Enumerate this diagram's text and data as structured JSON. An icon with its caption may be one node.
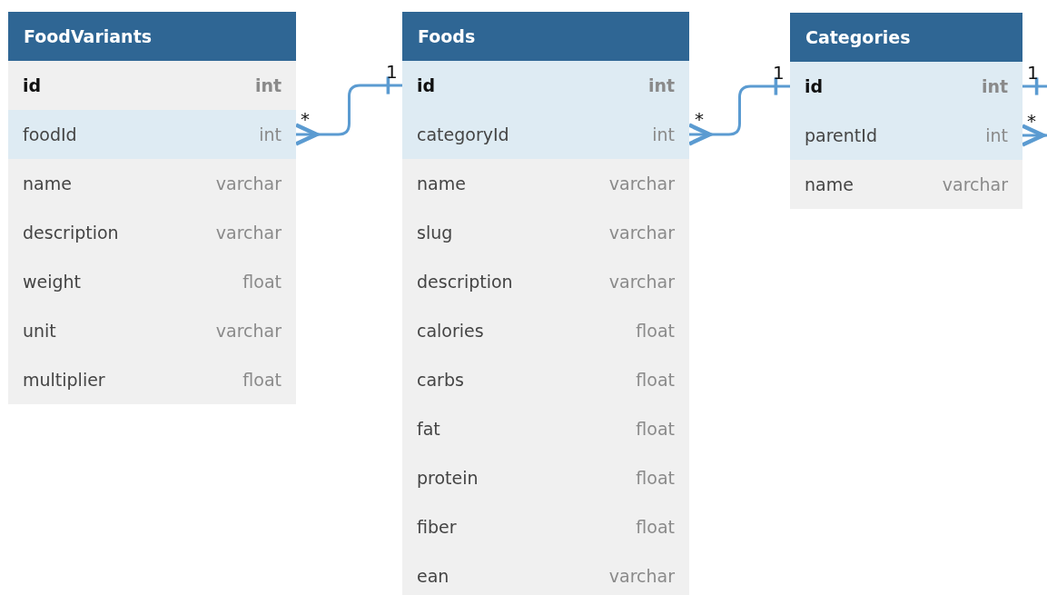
{
  "diagram": {
    "nodes": [
      {
        "text": [
          "FoodVariants"
        ]
      },
      {
        "text": [
          "id",
          "int"
        ],
        "in": 0
      },
      {
        "text": [
          "foodId",
          "int"
        ],
        "in": 0
      },
      {
        "text": [
          "name",
          "varchar"
        ],
        "in": 0
      },
      {
        "text": [
          "description",
          "varchar"
        ],
        "in": 0
      },
      {
        "text": [
          "weight",
          "float"
        ],
        "in": 0
      },
      {
        "text": [
          "unit",
          "varchar"
        ],
        "in": 0
      },
      {
        "text": [
          "multiplier",
          "float"
        ],
        "in": 0
      },
      {
        "text": [
          "Foods"
        ]
      },
      {
        "text": [
          "id",
          "int"
        ],
        "in": 8
      },
      {
        "text": [
          "categoryId",
          "int"
        ],
        "in": 8
      },
      {
        "text": [
          "name",
          "varchar"
        ],
        "in": 8
      },
      {
        "text": [
          "slug",
          "varchar"
        ],
        "in": 8
      },
      {
        "text": [
          "description",
          "varchar"
        ],
        "in": 8
      },
      {
        "text": [
          "calories",
          "float"
        ],
        "in": 8
      },
      {
        "text": [
          "carbs",
          "float"
        ],
        "in": 8
      },
      {
        "text": [
          "fat",
          "float"
        ],
        "in": 8
      },
      {
        "text": [
          "protein",
          "float"
        ],
        "in": 8
      },
      {
        "text": [
          "fiber",
          "float"
        ],
        "in": 8
      },
      {
        "text": [
          "ean",
          "varchar"
        ],
        "in": 8
      },
      {
        "text": [
          "Categories"
        ]
      },
      {
        "text": [
          "id",
          "int"
        ],
        "in": 20
      },
      {
        "text": [
          "parentId",
          "int"
        ],
        "in": 20
      },
      {
        "text": [
          "name",
          "varchar"
        ],
        "in": 20
      }
    ],
    "edges": [
      {
        "from": 2,
        "to": 9,
        "arrow": "other"
      },
      {
        "from": 10,
        "to": 21,
        "arrow": "other"
      },
      {
        "from": 22,
        "to": 21,
        "arrow": "other"
      }
    ],
    "labels": [
      "1",
      "*",
      "1",
      "*",
      "1",
      "*"
    ]
  }
}
